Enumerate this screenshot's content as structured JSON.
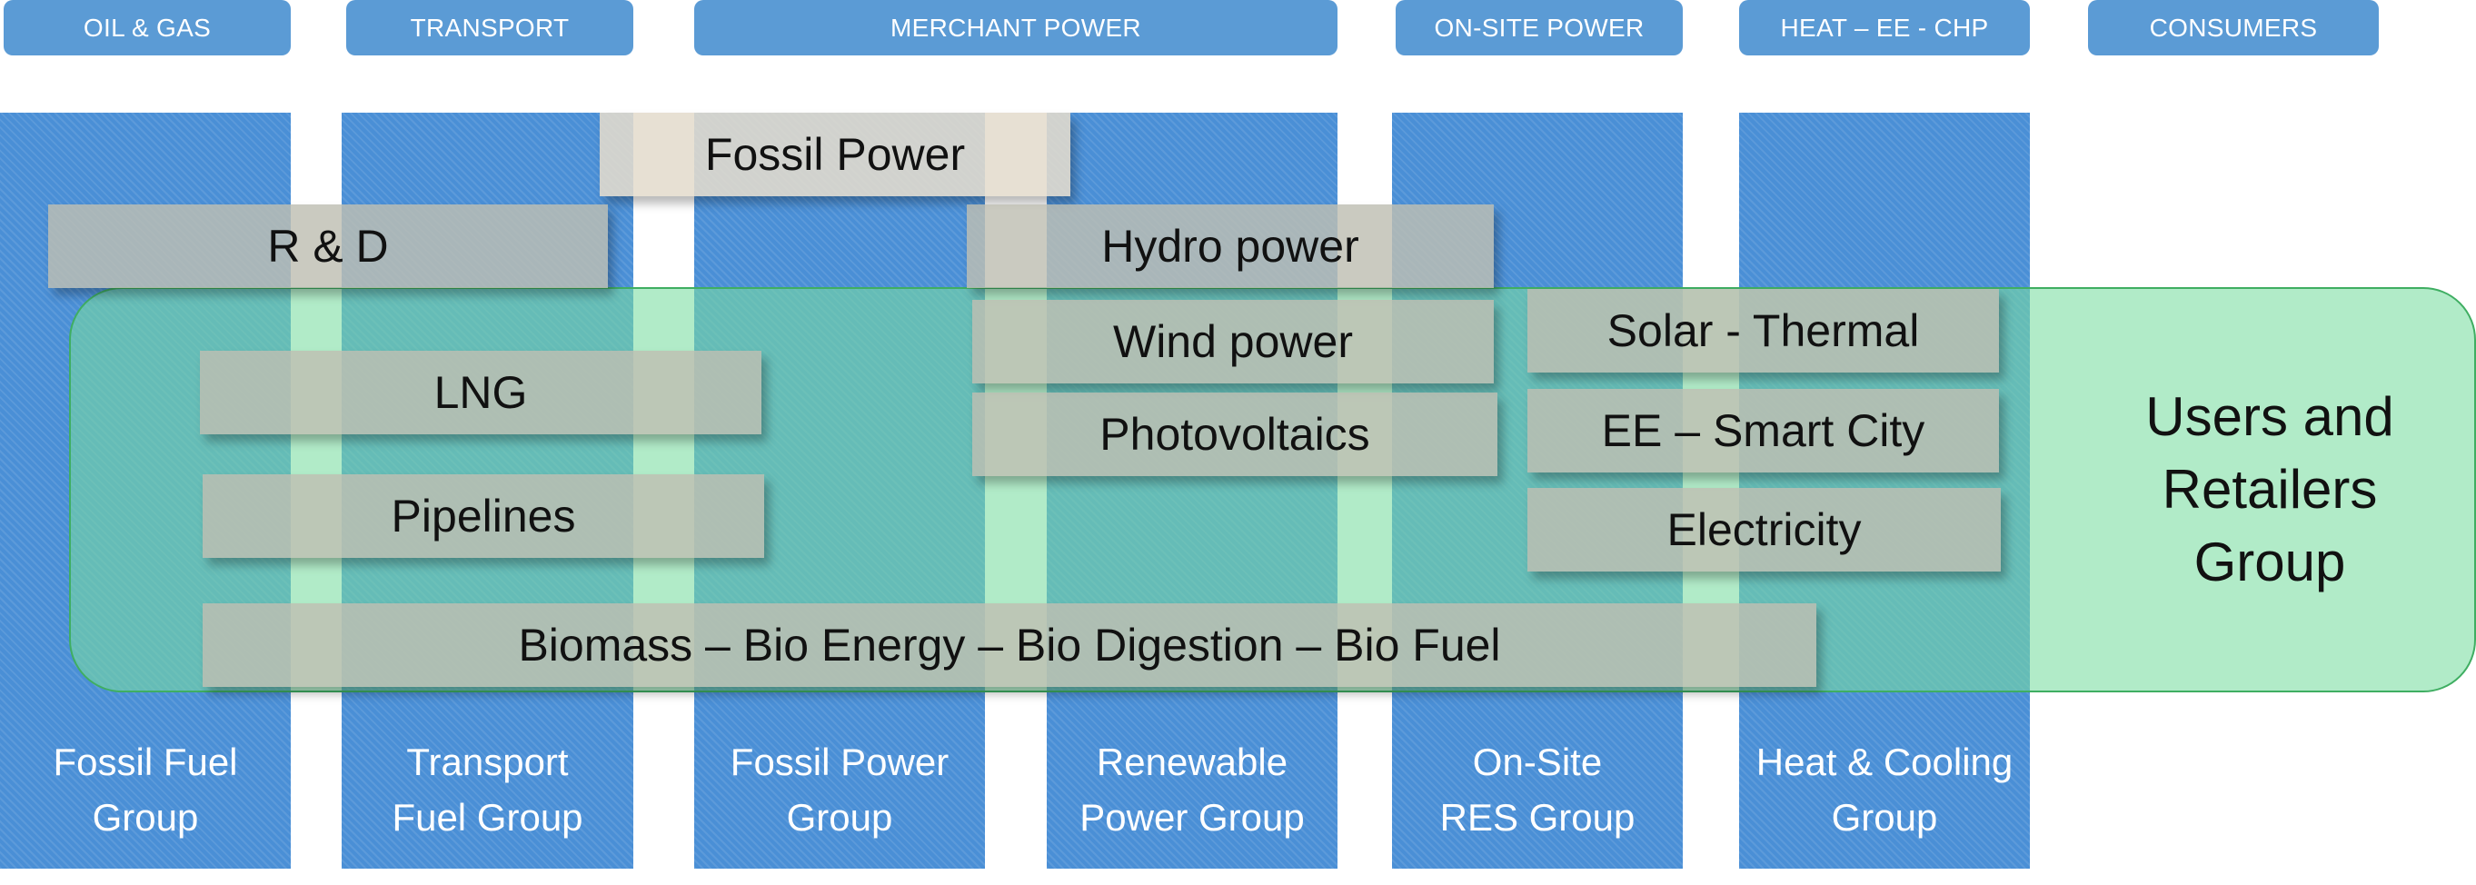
{
  "headers": [
    "OIL & GAS",
    "TRANSPORT",
    "MERCHANT POWER",
    "ON-SITE POWER",
    "HEAT – EE - CHP",
    "CONSUMERS"
  ],
  "columns": [
    {
      "line1": "Fossil Fuel",
      "line2": "Group"
    },
    {
      "line1": "Transport",
      "line2": "Fuel Group"
    },
    {
      "line1": "Fossil Power",
      "line2": "Group"
    },
    {
      "line1": "Renewable",
      "line2": "Power Group"
    },
    {
      "line1": "On-Site",
      "line2": "RES Group"
    },
    {
      "line1": "Heat & Cooling",
      "line2": "Group"
    }
  ],
  "band": {
    "line1": "Users and",
    "line2": "Retailers",
    "line3": "Group"
  },
  "boxes": {
    "fossil_power": "Fossil Power",
    "rnd": "R & D",
    "hydro": "Hydro power",
    "wind": "Wind power",
    "pv": "Photovoltaics",
    "solar_thermal": "Solar - Thermal",
    "ee_smart_city": "EE – Smart City",
    "electricity": "Electricity",
    "lng": "LNG",
    "pipelines": "Pipelines",
    "biomass": "Biomass – Bio Energy – Bio Digestion – Bio Fuel"
  }
}
